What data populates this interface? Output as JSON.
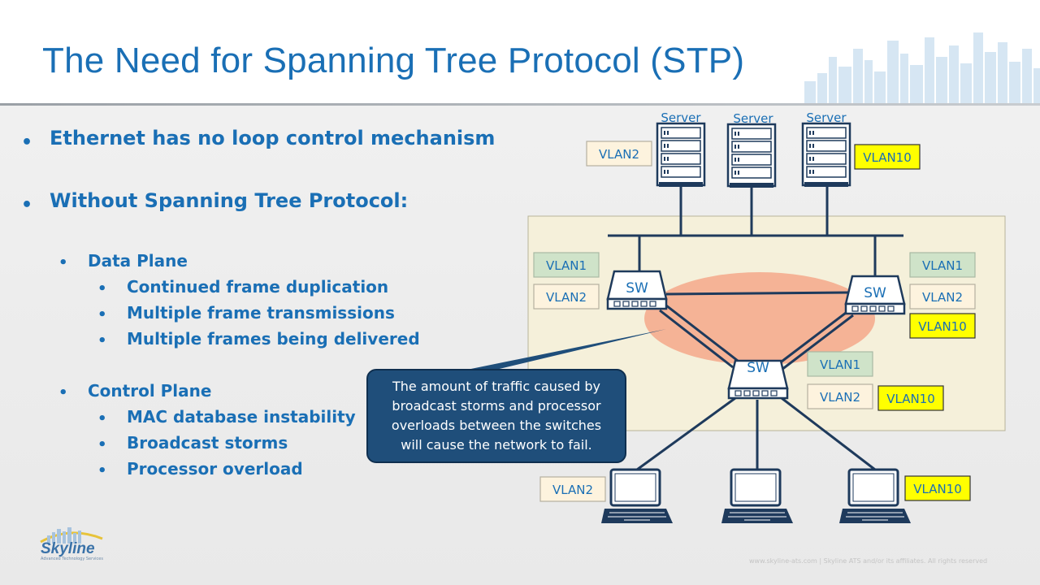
{
  "slide": {
    "title": "The Need for Spanning Tree Protocol (STP)",
    "bullets": [
      "Ethernet has no loop control mechanism",
      "Without Spanning Tree Protocol:"
    ],
    "data_plane": {
      "heading": "Data Plane",
      "items": [
        "Continued frame duplication",
        "Multiple frame transmissions",
        "Multiple frames being delivered"
      ]
    },
    "control_plane": {
      "heading": "Control Plane",
      "items": [
        "MAC database instability",
        "Broadcast storms",
        "Processor overload"
      ]
    },
    "callout_lines": [
      "The amount of traffic caused by",
      "broadcast storms and processor",
      "overloads between the switches",
      "will cause the network to fail."
    ],
    "logo": {
      "name": "Skyline",
      "tagline": "Advanced Technology Services"
    },
    "footer": "www.skyline-ats.com | Skyline ATS and/or its affiliates. All rights reserved"
  },
  "diagram": {
    "servers": [
      "Server",
      "Server",
      "Server"
    ],
    "switch_label": "SW",
    "vlans": {
      "server_left": "VLAN2",
      "server_right": "VLAN10",
      "sw_left_1": "VLAN1",
      "sw_left_2": "VLAN2",
      "sw_right_1": "VLAN1",
      "sw_right_2": "VLAN2",
      "sw_right_3": "VLAN10",
      "sw_bottom_1": "VLAN1",
      "sw_bottom_2": "VLAN2",
      "sw_bottom_3": "VLAN10",
      "laptop_left": "VLAN2",
      "laptop_right": "VLAN10"
    },
    "colors": {
      "vlan1": "#cfe3c9",
      "vlan2": "#fdf3de",
      "vlan10": "#ffff00",
      "storm": "#f4a88a",
      "lan_box": "#f5f0da",
      "line": "#1e3a5c",
      "text_blue": "#1a6fb5"
    }
  }
}
